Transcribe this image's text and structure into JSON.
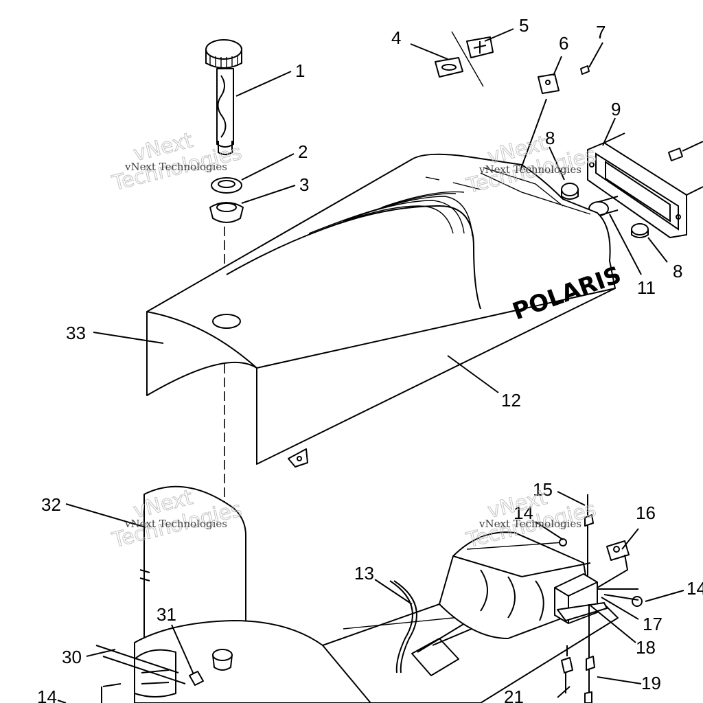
{
  "diagram": {
    "brand_text": "POLARIS",
    "watermark": {
      "line1": "vNext Technologies",
      "big_line1": "vNext",
      "big_line2": "Technologies"
    },
    "callouts": [
      "1",
      "2",
      "3",
      "4",
      "5",
      "6",
      "7",
      "8",
      "8",
      "9",
      "11",
      "12",
      "13",
      "14",
      "14",
      "14",
      "15",
      "16",
      "17",
      "18",
      "19",
      "21",
      "30",
      "31",
      "32",
      "33"
    ]
  }
}
